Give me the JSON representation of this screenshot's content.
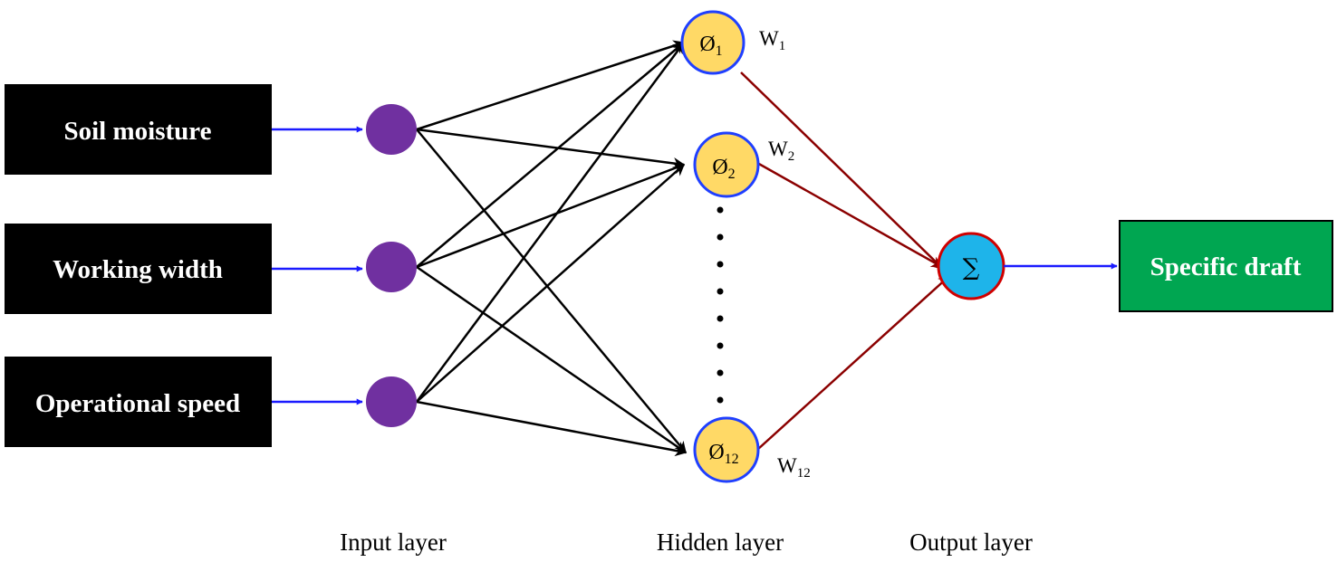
{
  "inputs": [
    {
      "label": "Soil moisture"
    },
    {
      "label": "Working width"
    },
    {
      "label": "Operational speed"
    }
  ],
  "hidden_nodes": [
    {
      "symbol": "Ø",
      "subscript": "1",
      "weight_main": "W",
      "weight_sub": "1"
    },
    {
      "symbol": "Ø",
      "subscript": "2",
      "weight_main": "W",
      "weight_sub": "2"
    },
    {
      "symbol": "Ø",
      "subscript": "12",
      "weight_main": "W",
      "weight_sub": "12"
    }
  ],
  "output_node": {
    "symbol": "∑"
  },
  "output_box": {
    "label": "Specific draft"
  },
  "layer_labels": {
    "input": "Input layer",
    "hidden": "Hidden layer",
    "output": "Output layer"
  },
  "colors": {
    "input_box": "#000000",
    "output_box": "#00a651",
    "input_node": "#7030a0",
    "hidden_node_fill": "#ffd966",
    "hidden_node_stroke": "#1f3fff",
    "output_node_fill": "#1eb4ea",
    "output_node_stroke": "#d00000",
    "blue_arrow": "#1a1aff",
    "black_arrow": "#000000",
    "weight_line": "#8b0000"
  }
}
